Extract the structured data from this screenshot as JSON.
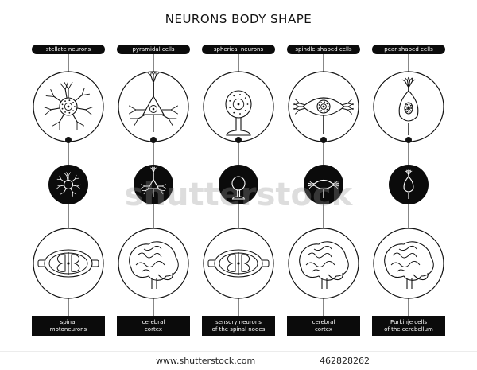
{
  "title": "NEURONS BODY SHAPE",
  "columns": [
    {
      "top_label": "stellate neurons",
      "bottom_label_line1": "spinal",
      "bottom_label_line2": "motoneurons",
      "neuron": "stellate",
      "region": "spinal"
    },
    {
      "top_label": "pyramidal cells",
      "bottom_label_line1": "cerebral",
      "bottom_label_line2": "cortex",
      "neuron": "pyramidal",
      "region": "brain"
    },
    {
      "top_label": "spherical neurons",
      "bottom_label_line1": "sensory neurons",
      "bottom_label_line2": "of the spinal nodes",
      "neuron": "spherical",
      "region": "spinal"
    },
    {
      "top_label": "spindle-shaped cells",
      "bottom_label_line1": "cerebral",
      "bottom_label_line2": "cortex",
      "neuron": "spindle",
      "region": "brain"
    },
    {
      "top_label": "pear-shaped cells",
      "bottom_label_line1": "Purkinje cells",
      "bottom_label_line2": "of the cerebellum",
      "neuron": "pear",
      "region": "brain"
    }
  ],
  "watermark": "shutterstock",
  "footer": {
    "site": "www.shutterstock.com",
    "image_id": "462828262"
  }
}
